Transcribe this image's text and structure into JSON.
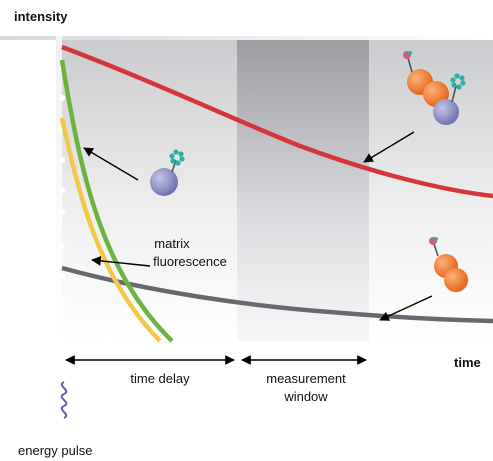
{
  "labels": {
    "y_axis": "intensity",
    "x_axis": "time",
    "matrix_line1": "matrix",
    "matrix_line2": "fluorescence",
    "time_delay": "time delay",
    "measurement_line1": "measurement",
    "measurement_line2": "window",
    "energy_pulse": "energy pulse"
  },
  "colors": {
    "long_decay": "#d6363a",
    "donor_decay": "#6db33f",
    "matrix_decay": "#f2c84b",
    "background_decay": "#666a70",
    "donor_molecule": "#8d8fc4",
    "acceptor_molecule": "#f07a2a",
    "fluorophore": "#2bb1a3",
    "pulse": "#6a5fb0"
  },
  "icons": [
    "donor-molecule-icon",
    "complex-molecule-icon",
    "acceptor-molecule-icon",
    "energy-pulse-icon"
  ]
}
